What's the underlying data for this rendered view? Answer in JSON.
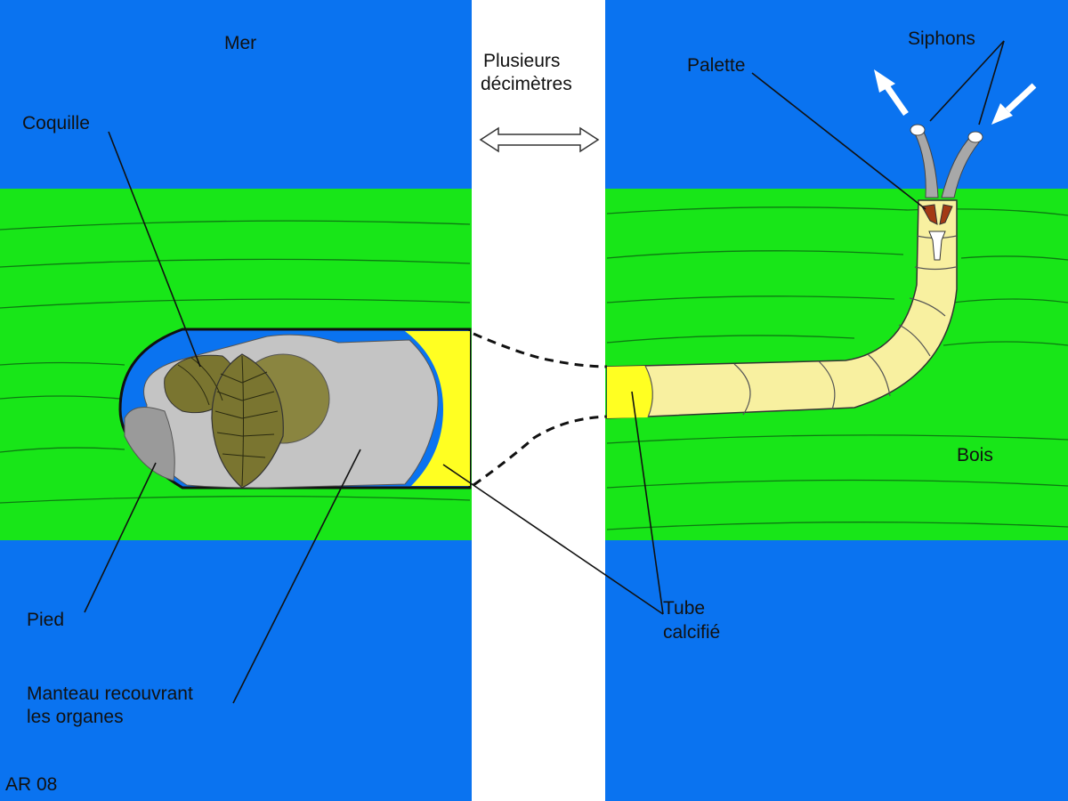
{
  "labels": {
    "mer": "Mer",
    "distance_line1": "Plusieurs",
    "distance_line2": "décimètres",
    "coquille": "Coquille",
    "palette": "Palette",
    "siphons": "Siphons",
    "bois": "Bois",
    "pied": "Pied",
    "manteau_line1": "Manteau recouvrant",
    "manteau_line2": "les organes",
    "tube_line1": "Tube",
    "tube_line2": "calcifié",
    "credit": "AR 08"
  },
  "colors": {
    "sea": "#0a73f0",
    "wood": "#18e618",
    "gap": "#ffffff",
    "tube": "#ffff22",
    "body": "#f8f0a0",
    "mantle": "#c4c4c4",
    "shell": "#7a7530",
    "siphon": "#a8a8a8",
    "palette": "#a33a15"
  }
}
